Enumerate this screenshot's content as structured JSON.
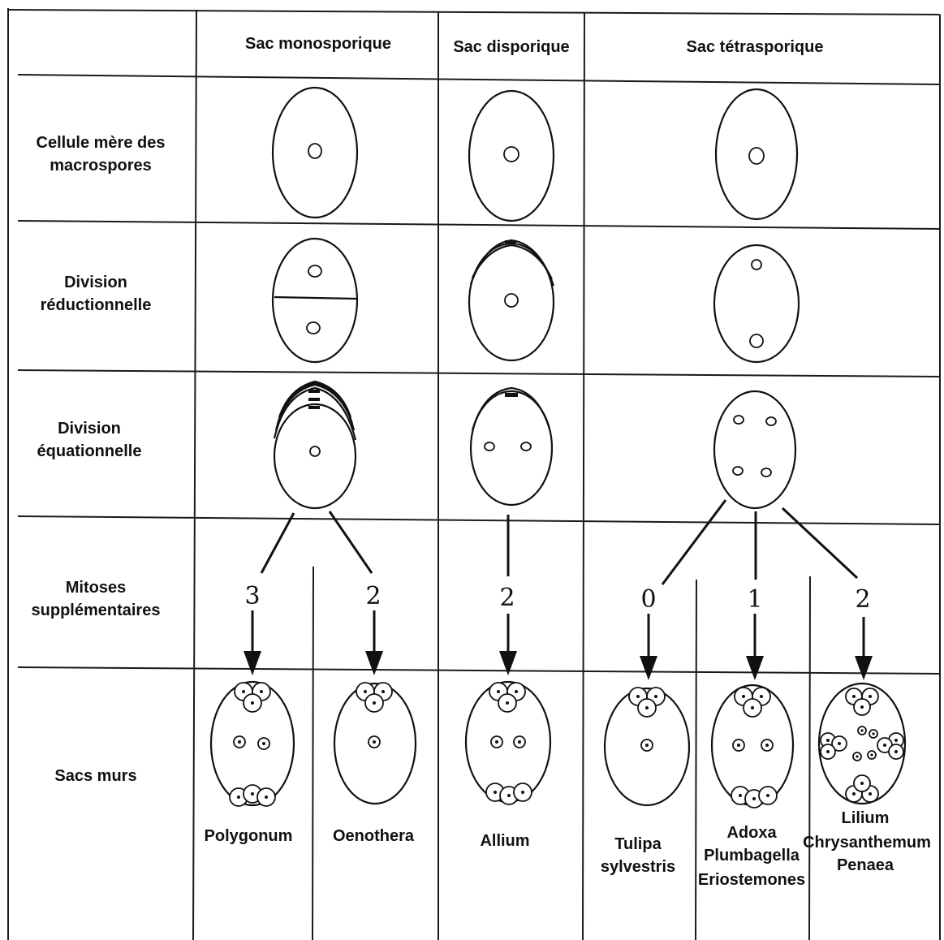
{
  "columns": {
    "mono": "Sac monosporique",
    "di": "Sac disporique",
    "tetra": "Sac tétrasporique"
  },
  "rows": {
    "cellule_line1": "Cellule mère des",
    "cellule_line2": "macrospores",
    "reduc_line1": "Division",
    "reduc_line2": "réductionnelle",
    "equa_line1": "Division",
    "equa_line2": "équationnelle",
    "mitoses_line1": "Mitoses",
    "mitoses_line2": "supplémentaires",
    "sacs": "Sacs murs"
  },
  "mitoses_counts": {
    "polygonum": "3",
    "oenothera": "2",
    "allium": "2",
    "tulipa": "0",
    "adoxa": "1",
    "lilium": "2"
  },
  "species": {
    "polygonum": "Polygonum",
    "oenothera": "Oenothera",
    "allium": "Allium",
    "tulipa_1": "Tulipa",
    "tulipa_2": "sylvestris",
    "adoxa_1": "Adoxa",
    "adoxa_2": "Plumbagella",
    "adoxa_3": "Eriostemones",
    "lilium_1": "Lilium",
    "lilium_2": "Chrysanthemum",
    "lilium_3": "Penaea"
  }
}
